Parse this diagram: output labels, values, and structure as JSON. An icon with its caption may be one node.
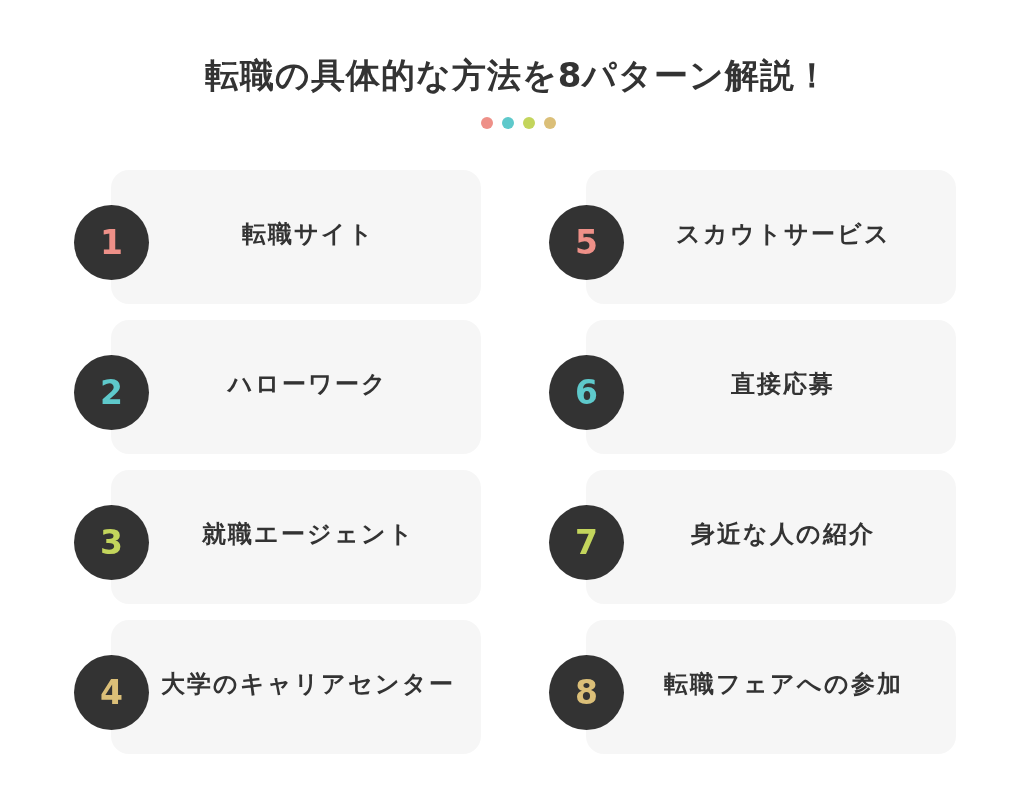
{
  "diagram": {
    "title": "転職の具体的な方法を8パターン解説！",
    "nodes": [
      {
        "text": [
          "1"
        ]
      },
      {
        "text": [
          "転職サイト"
        ]
      },
      {
        "text": [
          "2"
        ]
      },
      {
        "text": [
          "ハローワーク"
        ]
      },
      {
        "text": [
          "3"
        ]
      },
      {
        "text": [
          "就職エージェント"
        ]
      },
      {
        "text": [
          "4"
        ]
      },
      {
        "text": [
          "大学のキャリアセンター"
        ]
      },
      {
        "text": [
          "5"
        ]
      },
      {
        "text": [
          "スカウトサービス"
        ]
      },
      {
        "text": [
          "6"
        ]
      },
      {
        "text": [
          "直接応募"
        ]
      },
      {
        "text": [
          "7"
        ]
      },
      {
        "text": [
          "身近な人の紹介"
        ]
      },
      {
        "text": [
          "8"
        ]
      },
      {
        "text": [
          "転職フェアへの参加"
        ]
      }
    ]
  }
}
